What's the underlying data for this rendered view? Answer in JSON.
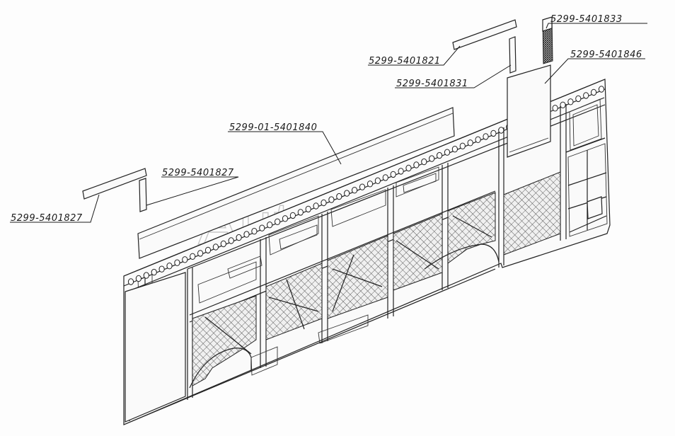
{
  "callouts": {
    "c1": "5299-5401833",
    "c2": "5299-5401846",
    "c3": "5299-5401821",
    "c4": "5299-5401831",
    "c5": "5299-01-5401840",
    "c6": "5299-5401827",
    "c7": "5299-5401827"
  },
  "watermark": "AutoSoft",
  "colors": {
    "line": "#222222",
    "hatch": "#555555",
    "watermark": "#c8c8c8"
  }
}
